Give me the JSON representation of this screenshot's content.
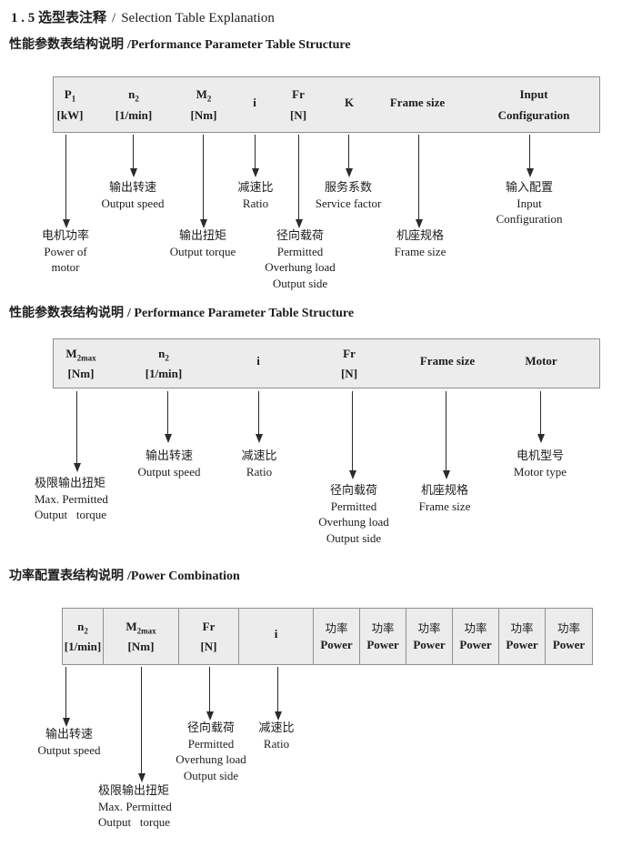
{
  "page_title": {
    "zh": "1 . 5 选型表注释",
    "sep": "/",
    "en": "Selection Table Explanation"
  },
  "sections": [
    {
      "zh": "性能参数表结构说明",
      "en": "/Performance Parameter Table Structure"
    },
    {
      "zh": "性能参数表结构说明",
      "en": "/ Performance Parameter Table Structure"
    },
    {
      "zh": "功率配置表结构说明",
      "en": "/Power Combination"
    }
  ],
  "table1": {
    "columns": [
      {
        "main": "P",
        "sub": "1",
        "line2": "[kW]"
      },
      {
        "main": "n",
        "sub": "2",
        "line2": "[1/min]"
      },
      {
        "main": "M",
        "sub": "2",
        "line2": "[Nm]"
      },
      {
        "main": "i",
        "sub": "",
        "line2": ""
      },
      {
        "main": "Fr",
        "sub": "",
        "line2": "[N]"
      },
      {
        "main": "K",
        "sub": "",
        "line2": ""
      },
      {
        "main": "Frame size",
        "sub": "",
        "line2": ""
      },
      {
        "main": "Input",
        "sub": "",
        "line2": "Configuration"
      }
    ]
  },
  "table2": {
    "columns": [
      {
        "main": "M",
        "sub": "2max",
        "line2": "[Nm]"
      },
      {
        "main": "n",
        "sub": "2",
        "line2": "[1/min]"
      },
      {
        "main": "i",
        "sub": "",
        "line2": ""
      },
      {
        "main": "Fr",
        "sub": "",
        "line2": "[N]"
      },
      {
        "main": "Frame size",
        "sub": "",
        "line2": ""
      },
      {
        "main": "Motor",
        "sub": "",
        "line2": ""
      }
    ]
  },
  "table3": {
    "columns": [
      {
        "main": "n",
        "sub": "2",
        "line2": "[1/min]"
      },
      {
        "main": "M",
        "sub": "2max",
        "line2": "[Nm]"
      },
      {
        "main": "Fr",
        "sub": "",
        "line2": "[N]"
      },
      {
        "main": "i",
        "sub": "",
        "line2": ""
      },
      {
        "main": "功率",
        "sub": "",
        "line2": "Power"
      },
      {
        "main": "功率",
        "sub": "",
        "line2": "Power"
      },
      {
        "main": "功率",
        "sub": "",
        "line2": "Power"
      },
      {
        "main": "功率",
        "sub": "",
        "line2": "Power"
      },
      {
        "main": "功率",
        "sub": "",
        "line2": "Power"
      },
      {
        "main": "功率",
        "sub": "",
        "line2": "Power"
      }
    ]
  },
  "diagram1": {
    "labels": [
      {
        "text": "电机功率\nPower of\nmotor"
      },
      {
        "text": "输出转速\nOutput speed"
      },
      {
        "text": "输出扭矩\nOutput torque"
      },
      {
        "text": "减速比\nRatio"
      },
      {
        "text": "径向载荷\nPermitted\nOverhung load\nOutput side"
      },
      {
        "text": "服务系数\nService factor"
      },
      {
        "text": "机座规格\nFrame size"
      },
      {
        "text": "输入配置\nInput\nConfiguration"
      }
    ]
  },
  "diagram2": {
    "labels": [
      {
        "text": "极限输出扭矩\nMax. Permitted\nOutput   torque"
      },
      {
        "text": "输出转速\nOutput speed"
      },
      {
        "text": "减速比\nRatio"
      },
      {
        "text": "径向载荷\nPermitted\nOverhung load\nOutput side"
      },
      {
        "text": "机座规格\nFrame size"
      },
      {
        "text": "电机型号\nMotor type"
      }
    ]
  },
  "diagram3": {
    "labels": [
      {
        "text": "输出转速\nOutput speed"
      },
      {
        "text": "极限输出扭矩\nMax. Permitted\nOutput   torque"
      },
      {
        "text": "径向载荷\nPermitted\nOverhung load\nOutput side"
      },
      {
        "text": "减速比\nRatio"
      }
    ]
  },
  "colors": {
    "table_fill": "#ececec",
    "table_border": "#8f8f8f",
    "text": "#1c1c1c"
  }
}
